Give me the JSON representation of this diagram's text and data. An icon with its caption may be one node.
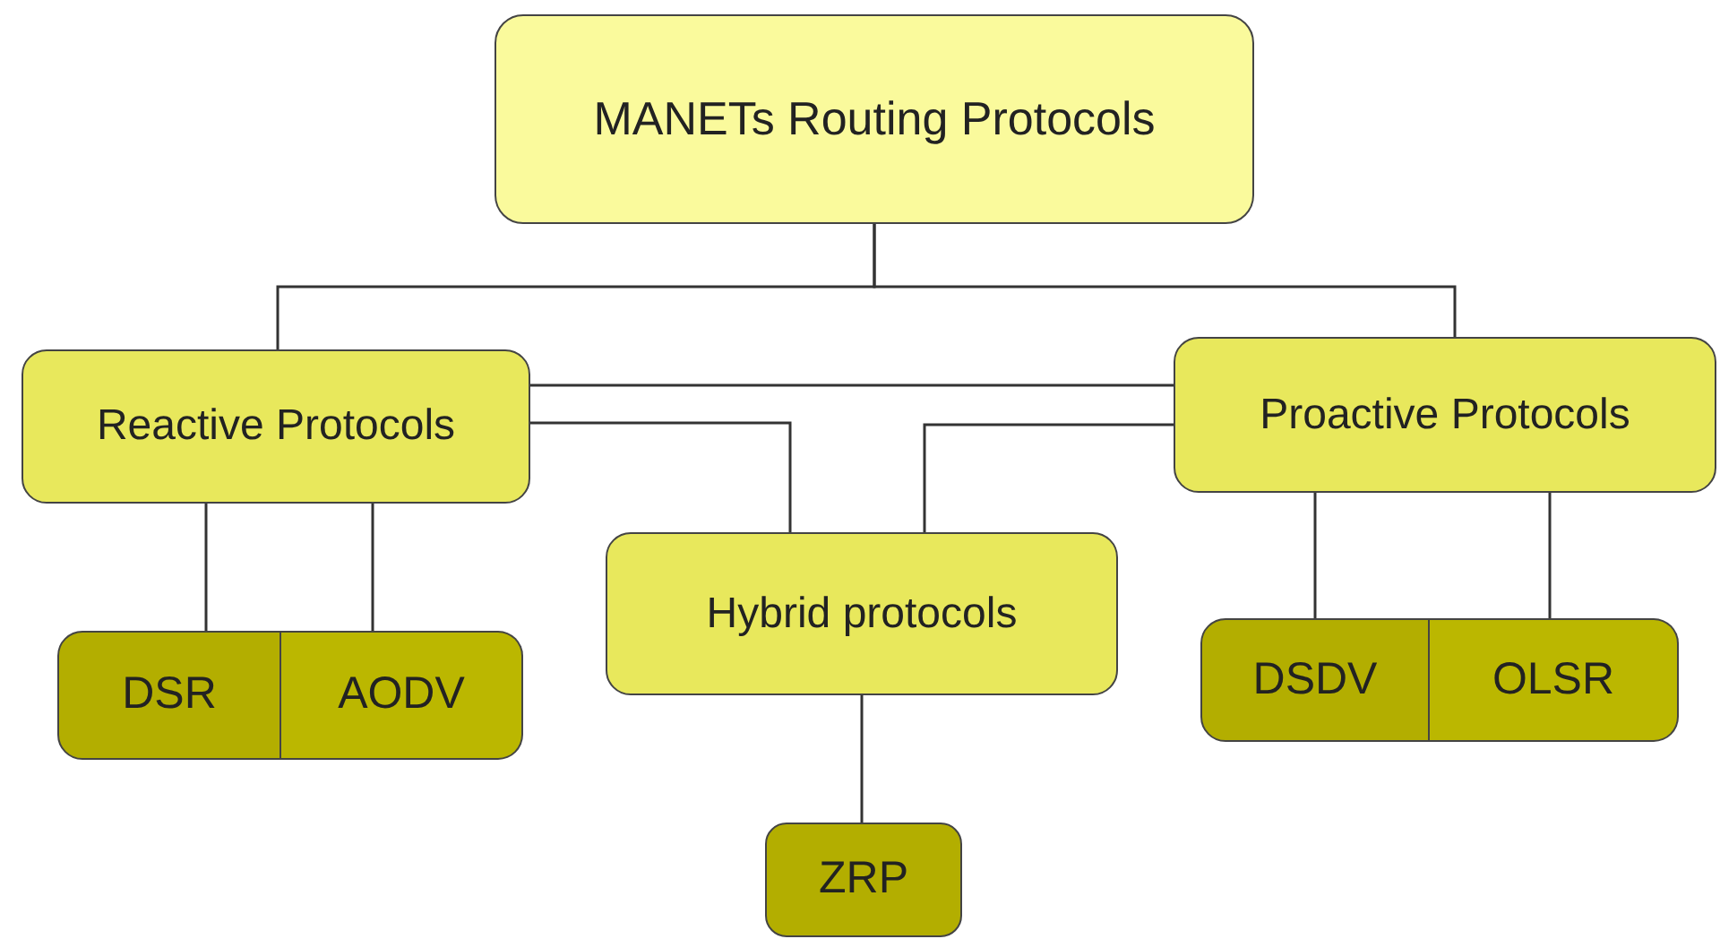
{
  "diagram": {
    "nodes": [
      {
        "text": [
          "MANETs Routing Protocols"
        ]
      },
      {
        "text": [
          "Reactive Protocols"
        ]
      },
      {
        "text": [
          "Proactive Protocols"
        ]
      },
      {
        "text": [
          "Hybrid protocols"
        ]
      },
      {
        "text": [
          "DSR"
        ]
      },
      {
        "text": [
          "AODV"
        ]
      },
      {
        "text": [
          "DSDV"
        ]
      },
      {
        "text": [
          "OLSR"
        ]
      },
      {
        "text": [
          "ZRP"
        ]
      }
    ],
    "edges": [
      {
        "from": 0,
        "to": 1,
        "arrow": "none"
      },
      {
        "from": 0,
        "to": 2,
        "arrow": "none"
      },
      {
        "from": 1,
        "to": 2,
        "arrow": "none"
      },
      {
        "from": 1,
        "to": 3,
        "arrow": "none"
      },
      {
        "from": 2,
        "to": 3,
        "arrow": "none"
      },
      {
        "from": 1,
        "to": 4,
        "arrow": "none"
      },
      {
        "from": 1,
        "to": 5,
        "arrow": "none"
      },
      {
        "from": 2,
        "to": 6,
        "arrow": "none"
      },
      {
        "from": 2,
        "to": 7,
        "arrow": "none"
      },
      {
        "from": 3,
        "to": 8,
        "arrow": "none"
      }
    ]
  }
}
